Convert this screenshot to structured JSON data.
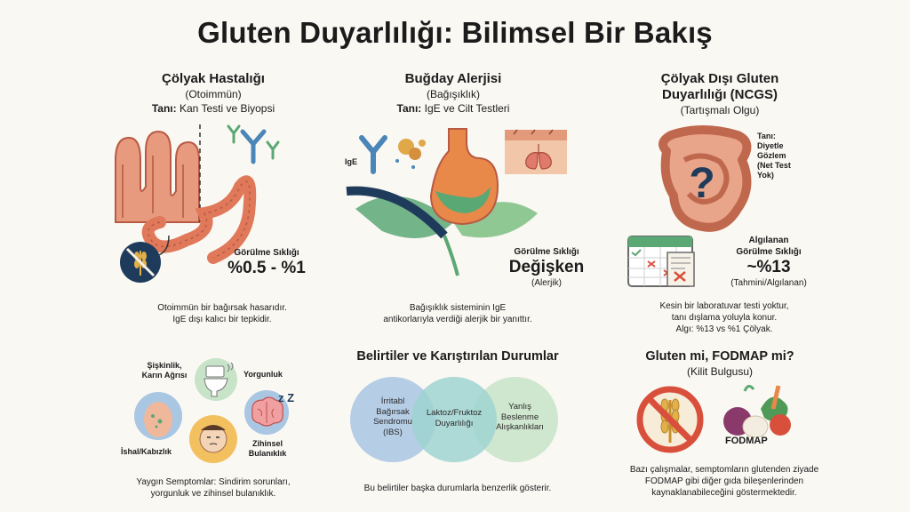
{
  "title": "Gluten Duyarlılığı: Bilimsel Bir Bakış",
  "celiac": {
    "heading": "Çölyak Hastalığı",
    "type": "(Otoimmün)",
    "diagnosis_prefix": "Tanı:",
    "diagnosis": "Kan Testi ve Biyopsi",
    "prevalence_label": "Görülme Sıklığı",
    "prevalence_value": "%0.5 - %1",
    "desc_line1": "Otoimmün bir bağırsak hasarıdır.",
    "desc_line2": "IgE dışı kalıcı bir tepkidir."
  },
  "wheat": {
    "heading": "Buğday Alerjisi",
    "type": "(Bağışıklık)",
    "diagnosis_prefix": "Tanı:",
    "diagnosis": "IgE ve Cilt Testleri",
    "ige_label": "IgE",
    "prevalence_label": "Görülme Sıklığı",
    "prevalence_value": "Değişken",
    "prevalence_note": "(Alerjik)",
    "desc_line1": "Bağışıklık sisteminin IgE",
    "desc_line2": "antikorlarıyla verdiği alerjik bir yanıttır."
  },
  "ncgs": {
    "heading_line1": "Çölyak Dışı Gluten",
    "heading_line2": "Duyarlılığı (NCGS)",
    "type": "(Tartışmalı Olgu)",
    "diag_line1": "Tanı:",
    "diag_line2": "Diyetle",
    "diag_line3": "Gözlem",
    "diag_line4": "(Net Test",
    "diag_line5": "Yok)",
    "prevalence_label1": "Algılanan",
    "prevalence_label2": "Görülme Sıklığı",
    "prevalence_value": "~%13",
    "prevalence_note": "(Tahmini/Algılanan)",
    "desc_line1": "Kesin bir laboratuvar testi yoktur,",
    "desc_line2": "tanı dışlama yoluyla konur.",
    "desc_line3": "Algı: %13 vs %1 Çölyak."
  },
  "symptoms": {
    "bloating_1": "Şişkinlik,",
    "bloating_2": "Karın Ağrısı",
    "fatigue": "Yorgunluk",
    "diarrhea": "İshal/Kabızlık",
    "brainfog_1": "Zihinsel",
    "brainfog_2": "Bulanıklık",
    "caption_line1": "Yaygın Semptomlar: Sindirim sorunları,",
    "caption_line2": "yorgunluk ve zihinsel bulanıklık."
  },
  "conditions": {
    "heading": "Belirtiler ve Karıştırılan Durumlar",
    "ibs": [
      "İrritabl",
      "Bağırsak",
      "Sendromu",
      "(IBS)"
    ],
    "lactose": [
      "Laktoz/Fruktoz",
      "Duyarlılığı"
    ],
    "diet": [
      "Yanlış",
      "Beslenme",
      "Alışkanlıkları"
    ],
    "caption": "Bu belirtiler başka durumlarla benzerlik gösterir."
  },
  "fodmap": {
    "heading": "Gluten mi, FODMAP mi?",
    "sub": "(Kilit Bulgusu)",
    "label": "FODMAP",
    "desc_line1": "Bazı çalışmalar, semptomların glutenden ziyade",
    "desc_line2": "FODMAP gibi diğer gıda bileşenlerinden",
    "desc_line3": "kaynaklanabileceğini göstermektedir."
  },
  "colors": {
    "intestine": "#e0785a",
    "stomach_green": "#5aa874",
    "stomach_orange": "#e8894a",
    "ban_red": "#d8503c",
    "venn_blue": "#a9c6e3",
    "venn_teal": "#9fd4d0",
    "venn_green": "#c7e3c8"
  },
  "icons": [
    "intestine-villi-icon",
    "antibody-icon",
    "wheat-ban-icon",
    "ige-antibody-icon",
    "stomach-icon",
    "skin-layer-icon",
    "lungs-icon",
    "question-intestine-icon",
    "calendar-icon",
    "bloating-icon",
    "toilet-icon",
    "brain-icon",
    "tired-face-icon",
    "wheat-banned-icon",
    "vegetables-icon"
  ]
}
